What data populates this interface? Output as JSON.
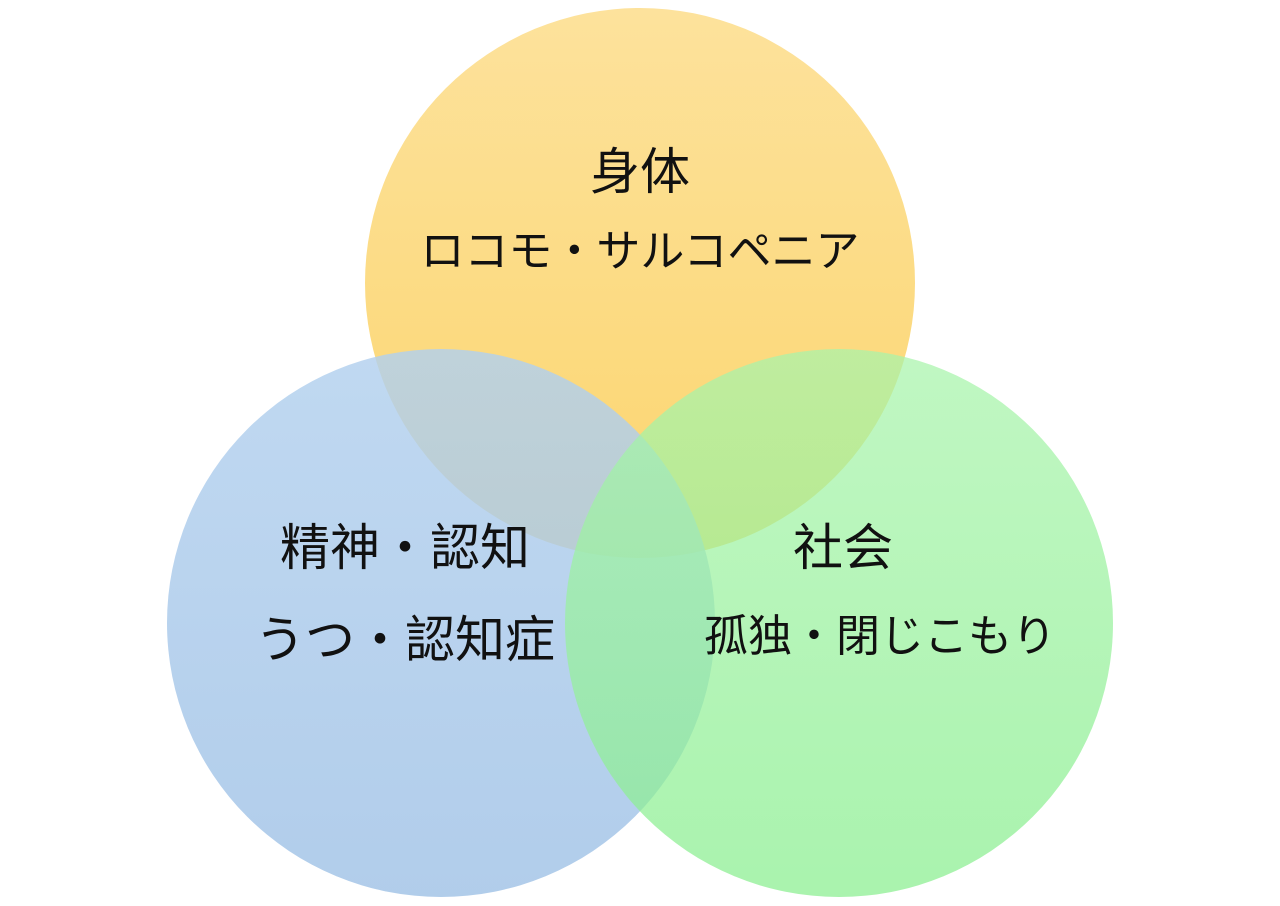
{
  "diagram": {
    "type": "venn",
    "circles": [
      {
        "id": "physical",
        "title": "身体",
        "subtitle": "ロコモ・サルコペニア",
        "color_top": "#fde29c",
        "color_bottom": "#fbd56e"
      },
      {
        "id": "mental",
        "title": "精神・認知",
        "subtitle": "うつ・認知症",
        "color_top": "#b2d0ee",
        "color_bottom": "#a0c2e6"
      },
      {
        "id": "social",
        "title": "社会",
        "subtitle": "孤独・閉じこもり",
        "color_top": "#a8f4ab",
        "color_bottom": "#88ee8e"
      }
    ]
  }
}
